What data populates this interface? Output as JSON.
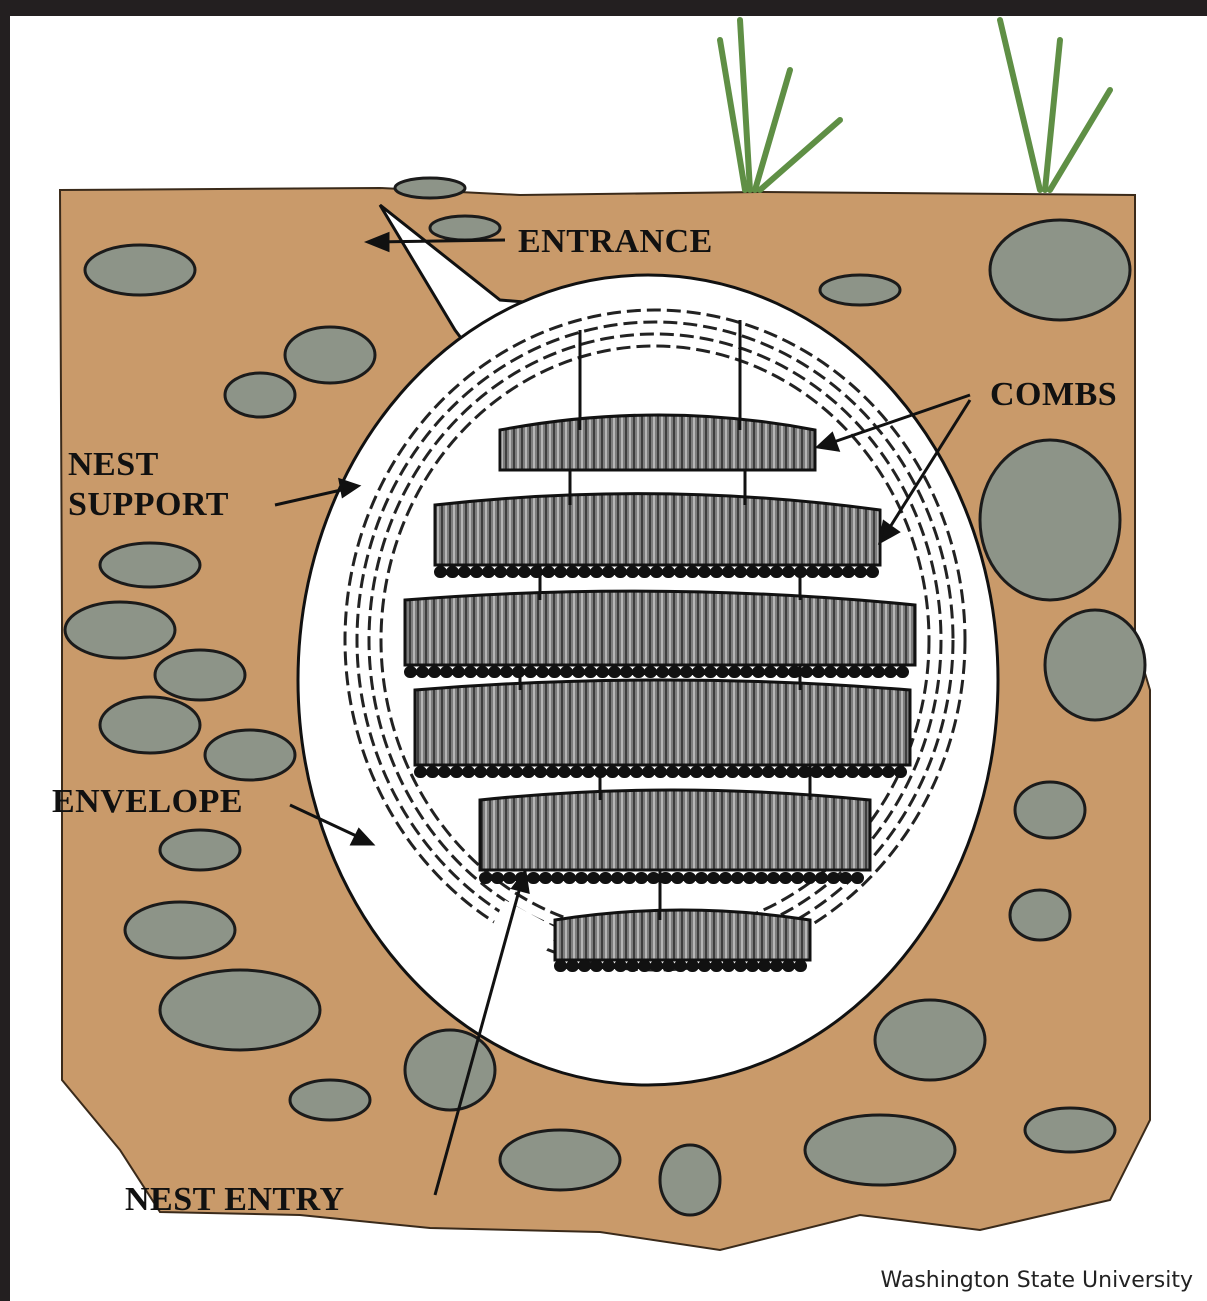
{
  "labels": {
    "entrance": "ENTRANCE",
    "combs": "COMBS",
    "nest_support_line1": "NEST",
    "nest_support_line2": "SUPPORT",
    "envelope": "ENVELOPE",
    "nest_entry": "NEST ENTRY"
  },
  "credit": "Washington State University",
  "colors": {
    "soil": "#c99a6a",
    "soil_dark": "#b9875a",
    "rock": "#8d9488",
    "rock_dark": "#6f766b",
    "comb": "#8a8a8a",
    "grass": "#5f8f45",
    "frame": "#231f20"
  }
}
